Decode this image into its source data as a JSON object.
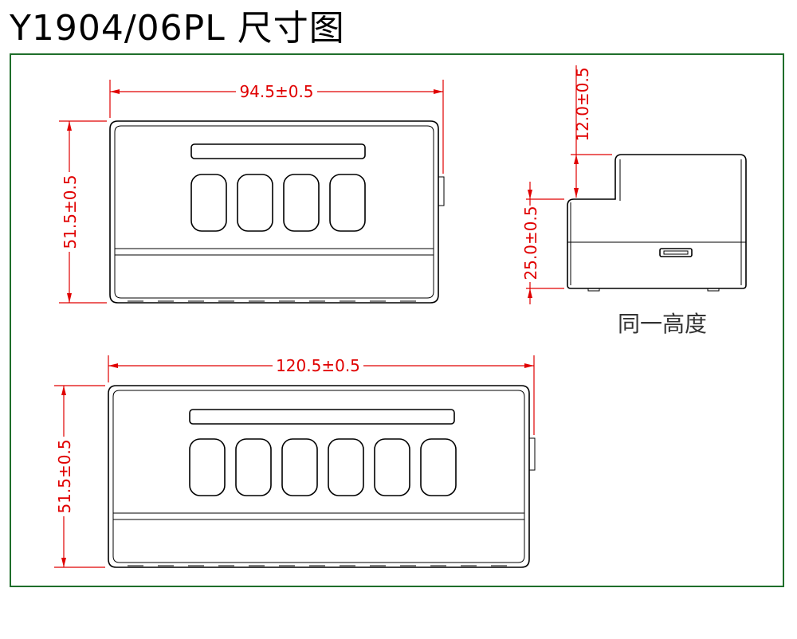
{
  "title": "Y1904/06PL 尺寸图",
  "colors": {
    "dimension": "#e00000",
    "frame": "#1f6e2a",
    "outline": "#000000"
  },
  "top_front": {
    "width_label": "94.5±0.5",
    "height_label": "51.5±0.5",
    "button_count": 4
  },
  "side": {
    "step_label": "12.0±0.5",
    "height_label": "25.0±0.5",
    "note": "同一高度"
  },
  "bottom_front": {
    "width_label": "120.5±0.5",
    "height_label": "51.5±0.5",
    "button_count": 6
  }
}
